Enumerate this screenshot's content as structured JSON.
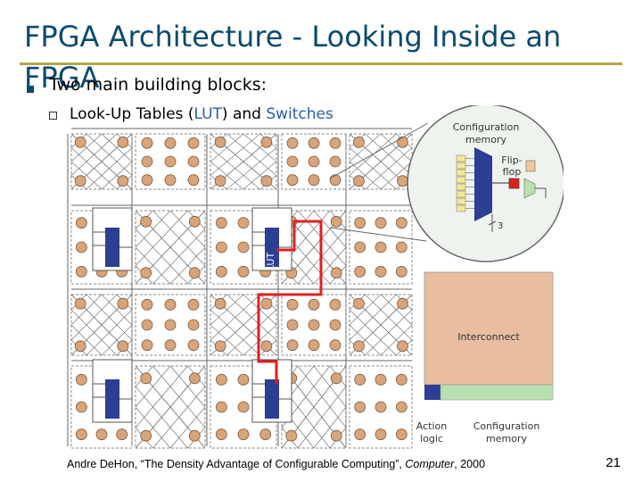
{
  "slide": {
    "title": "FPGA Architecture - Looking Inside an FPGA",
    "bullet": "Two main building blocks:",
    "sub_bullet": {
      "part1": "Look-Up Tables (",
      "lut": "LUT",
      "part2": ") and ",
      "switches": "Switches"
    },
    "citation": {
      "before": "Andre DeHon, “The Density Advantage of Configurable Computing”, ",
      "journal": "Computer",
      "after": ", 2000"
    },
    "page_number": "21"
  },
  "figure": {
    "lut_label": "LUT",
    "configuration_memory_label": [
      "Configuration",
      "memory"
    ],
    "flip_flop_label": [
      "Flip-",
      "flop"
    ],
    "wire_count_label": "3",
    "interconnect_label": "Interconnect",
    "action_logic_label": [
      "Action",
      "logic"
    ],
    "configuration_memory_bottom_label": [
      "Configuration",
      "memory"
    ],
    "colors": {
      "lut_block": "#2d3e95",
      "routed_path": "#e02020",
      "node": "#d8a47a",
      "interconnect": "#e8bda0",
      "config_memory_bar": "#b8e0b0",
      "magnified_circle": "#eef3ee"
    }
  }
}
